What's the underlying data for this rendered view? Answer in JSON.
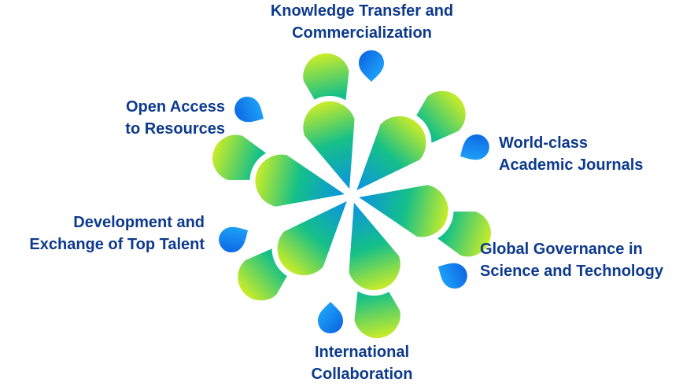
{
  "colors": {
    "text": "#0d3a8c",
    "petal_start": "#0a8cf0",
    "petal_mid": "#15c088",
    "petal_end": "#d6ef22",
    "drop_start": "#0a5fe0",
    "drop_end": "#22b2ff"
  },
  "labels": [
    {
      "id": "knowledge-transfer",
      "lines": [
        "Knowledge Transfer and",
        "Commercialization"
      ]
    },
    {
      "id": "open-access",
      "lines": [
        "Open Access",
        "to Resources"
      ]
    },
    {
      "id": "academic-journals",
      "lines": [
        "World-class",
        "Academic Journals"
      ]
    },
    {
      "id": "top-talent",
      "lines": [
        "Development and",
        "Exchange of Top Talent"
      ]
    },
    {
      "id": "global-governance",
      "lines": [
        "Global Governance in",
        "Science and Technology"
      ]
    },
    {
      "id": "international-collaboration",
      "lines": [
        "International",
        "Collaboration"
      ]
    }
  ]
}
